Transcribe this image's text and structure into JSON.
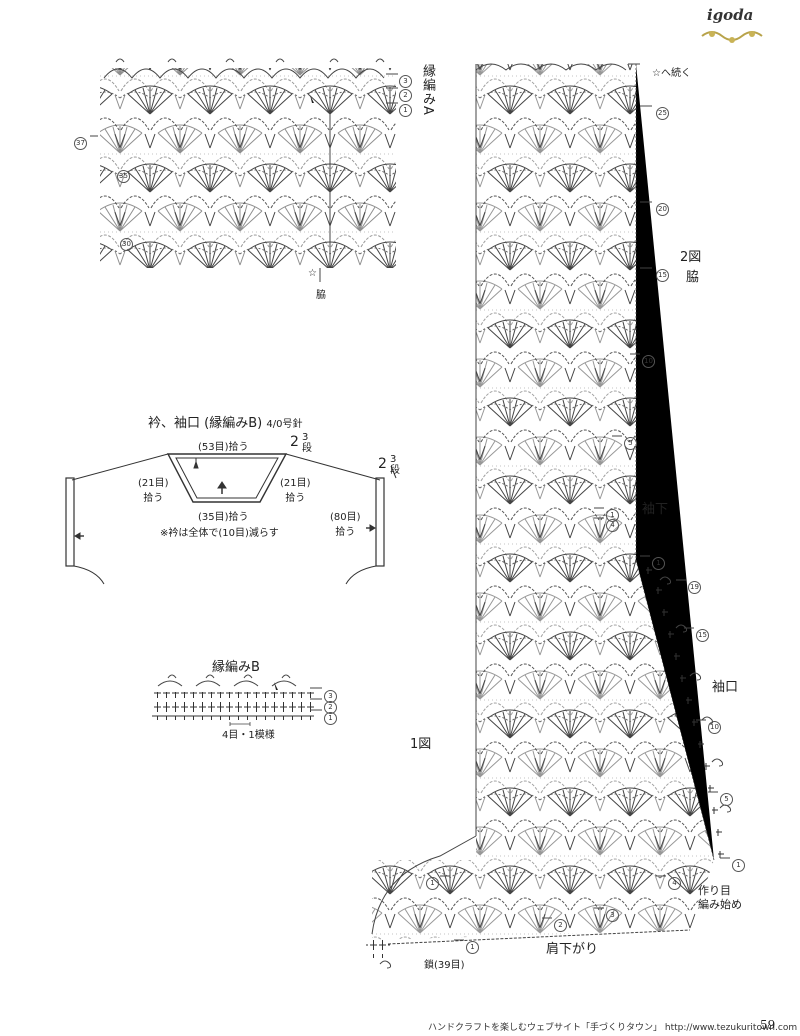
{
  "brand": {
    "logo": "igoda"
  },
  "panelA": {
    "title": "縁編みA",
    "rows": [
      "3",
      "2",
      "1"
    ],
    "side_rows": [
      "37",
      "35",
      "30"
    ],
    "star": "☆",
    "side_label": "脇"
  },
  "neck": {
    "title": "衿、袖口",
    "subtitle": "(縁編みB)",
    "needle": "4/0号針",
    "top": "(53目)拾う",
    "left_side": "(21目)",
    "left_side2": "拾う",
    "right_side": "(21目)",
    "right_side2": "拾う",
    "bottom": "(35目)拾う",
    "rows_num": "2",
    "rows_num_small": "3",
    "rows_unit": "段",
    "note": "※衿は全体で(10目)減らす",
    "sleeve_num": "2",
    "sleeve_num_small": "3",
    "sleeve_unit": "段",
    "sleeve_pick": "(80目)",
    "sleeve_pick2": "拾う"
  },
  "edgingB": {
    "title": "縁編みB",
    "rows": [
      "3",
      "2",
      "1"
    ],
    "repeat": "4目・1模様"
  },
  "fig1": {
    "label": "1図"
  },
  "fig2": {
    "label": "2図",
    "side": "脇",
    "continue": "☆へ続く",
    "row_numbers": [
      "25",
      "20",
      "15",
      "10",
      "5",
      "4",
      "1"
    ],
    "underarm": "袖下",
    "sleeve_edge": "袖口",
    "cuff_rows": [
      "19",
      "15",
      "10",
      "5",
      "1"
    ],
    "start1": "作り目",
    "start2": "編み始め",
    "shoulder_drop": "肩下がり",
    "chain": "鎖(39目)",
    "bottom_rows": [
      "4",
      "3",
      "2",
      "1"
    ]
  },
  "footer": {
    "site": "ハンドクラフトを楽しむウェブサイト「手づくりタウン」",
    "url": "http://www.tezukuritown.com",
    "page": "59"
  }
}
